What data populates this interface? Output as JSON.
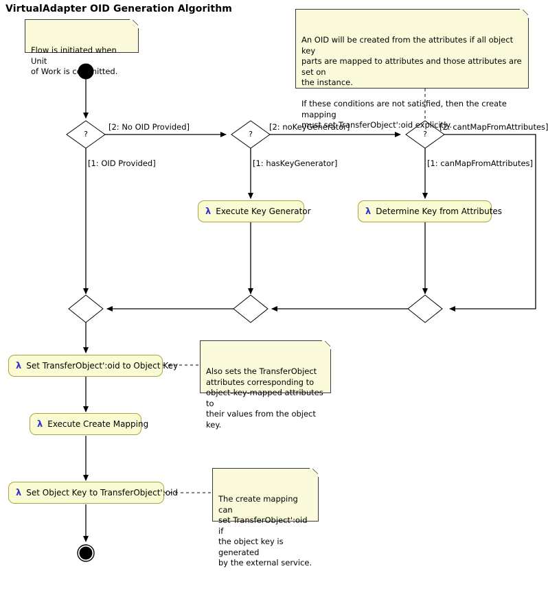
{
  "title": "VirtualAdapter OID Generation Algorithm",
  "theme": {
    "background": "#FFFFFF",
    "note_fill": "#FBFBDC",
    "note_border": "#38383A",
    "action_fill": "#FBFBD3",
    "action_border": "#A6A63C",
    "line": "#000000",
    "lambda_color": "#3333CC"
  },
  "notes": [
    {
      "id": "note-start",
      "text": "Flow is initiated when Unit\nof Work is committed."
    },
    {
      "id": "note-oid-attributes",
      "text": "An OID will be created from the attributes if all object key\nparts are mapped to attributes and those attributes are set on\nthe instance.\n\nIf these conditions are not satisfied, then the create mapping\nmust set TransferObject':oid explicitly."
    },
    {
      "id": "note-set-oid",
      "text": "Also sets the TransferObject\nattributes corresponding to\nobject-key-mapped attributes to\ntheir values from the object key."
    },
    {
      "id": "note-create-mapping",
      "text": "The create mapping can\nset TransferObject':oid if\nthe object key is generated\nby the external service."
    }
  ],
  "decisions": [
    {
      "id": "decision-oid-provided",
      "label": "?"
    },
    {
      "id": "decision-key-generator",
      "label": "?"
    },
    {
      "id": "decision-map-attributes",
      "label": "?"
    }
  ],
  "guards": [
    {
      "id": "guard-no-oid-provided",
      "text": "[2: No OID Provided]"
    },
    {
      "id": "guard-oid-provided",
      "text": "[1: OID Provided]"
    },
    {
      "id": "guard-no-key-generator",
      "text": "[2: noKeyGenerator]"
    },
    {
      "id": "guard-has-key-generator",
      "text": "[1: hasKeyGenerator]"
    },
    {
      "id": "guard-cant-map-attributes",
      "text": "[2: cantMapFromAttributes]"
    },
    {
      "id": "guard-can-map-attributes",
      "text": "[1: canMapFromAttributes]"
    }
  ],
  "actions": [
    {
      "id": "action-execute-key-generator",
      "lambda": "λ",
      "label": "Execute Key Generator"
    },
    {
      "id": "action-determine-key",
      "lambda": "λ",
      "label": "Determine Key from Attributes"
    },
    {
      "id": "action-set-oid-to-object-key",
      "lambda": "λ",
      "label": "Set TransferObject':oid to Object Key"
    },
    {
      "id": "action-execute-create-mapping",
      "lambda": "λ",
      "label": "Execute Create Mapping"
    },
    {
      "id": "action-set-object-key-to-oid",
      "lambda": "λ",
      "label": "Set Object Key to TransferObject':oid"
    }
  ],
  "nodes": {
    "start": "start-node",
    "end": "end-node",
    "merges": [
      "merge-left",
      "merge-middle",
      "merge-right"
    ]
  }
}
